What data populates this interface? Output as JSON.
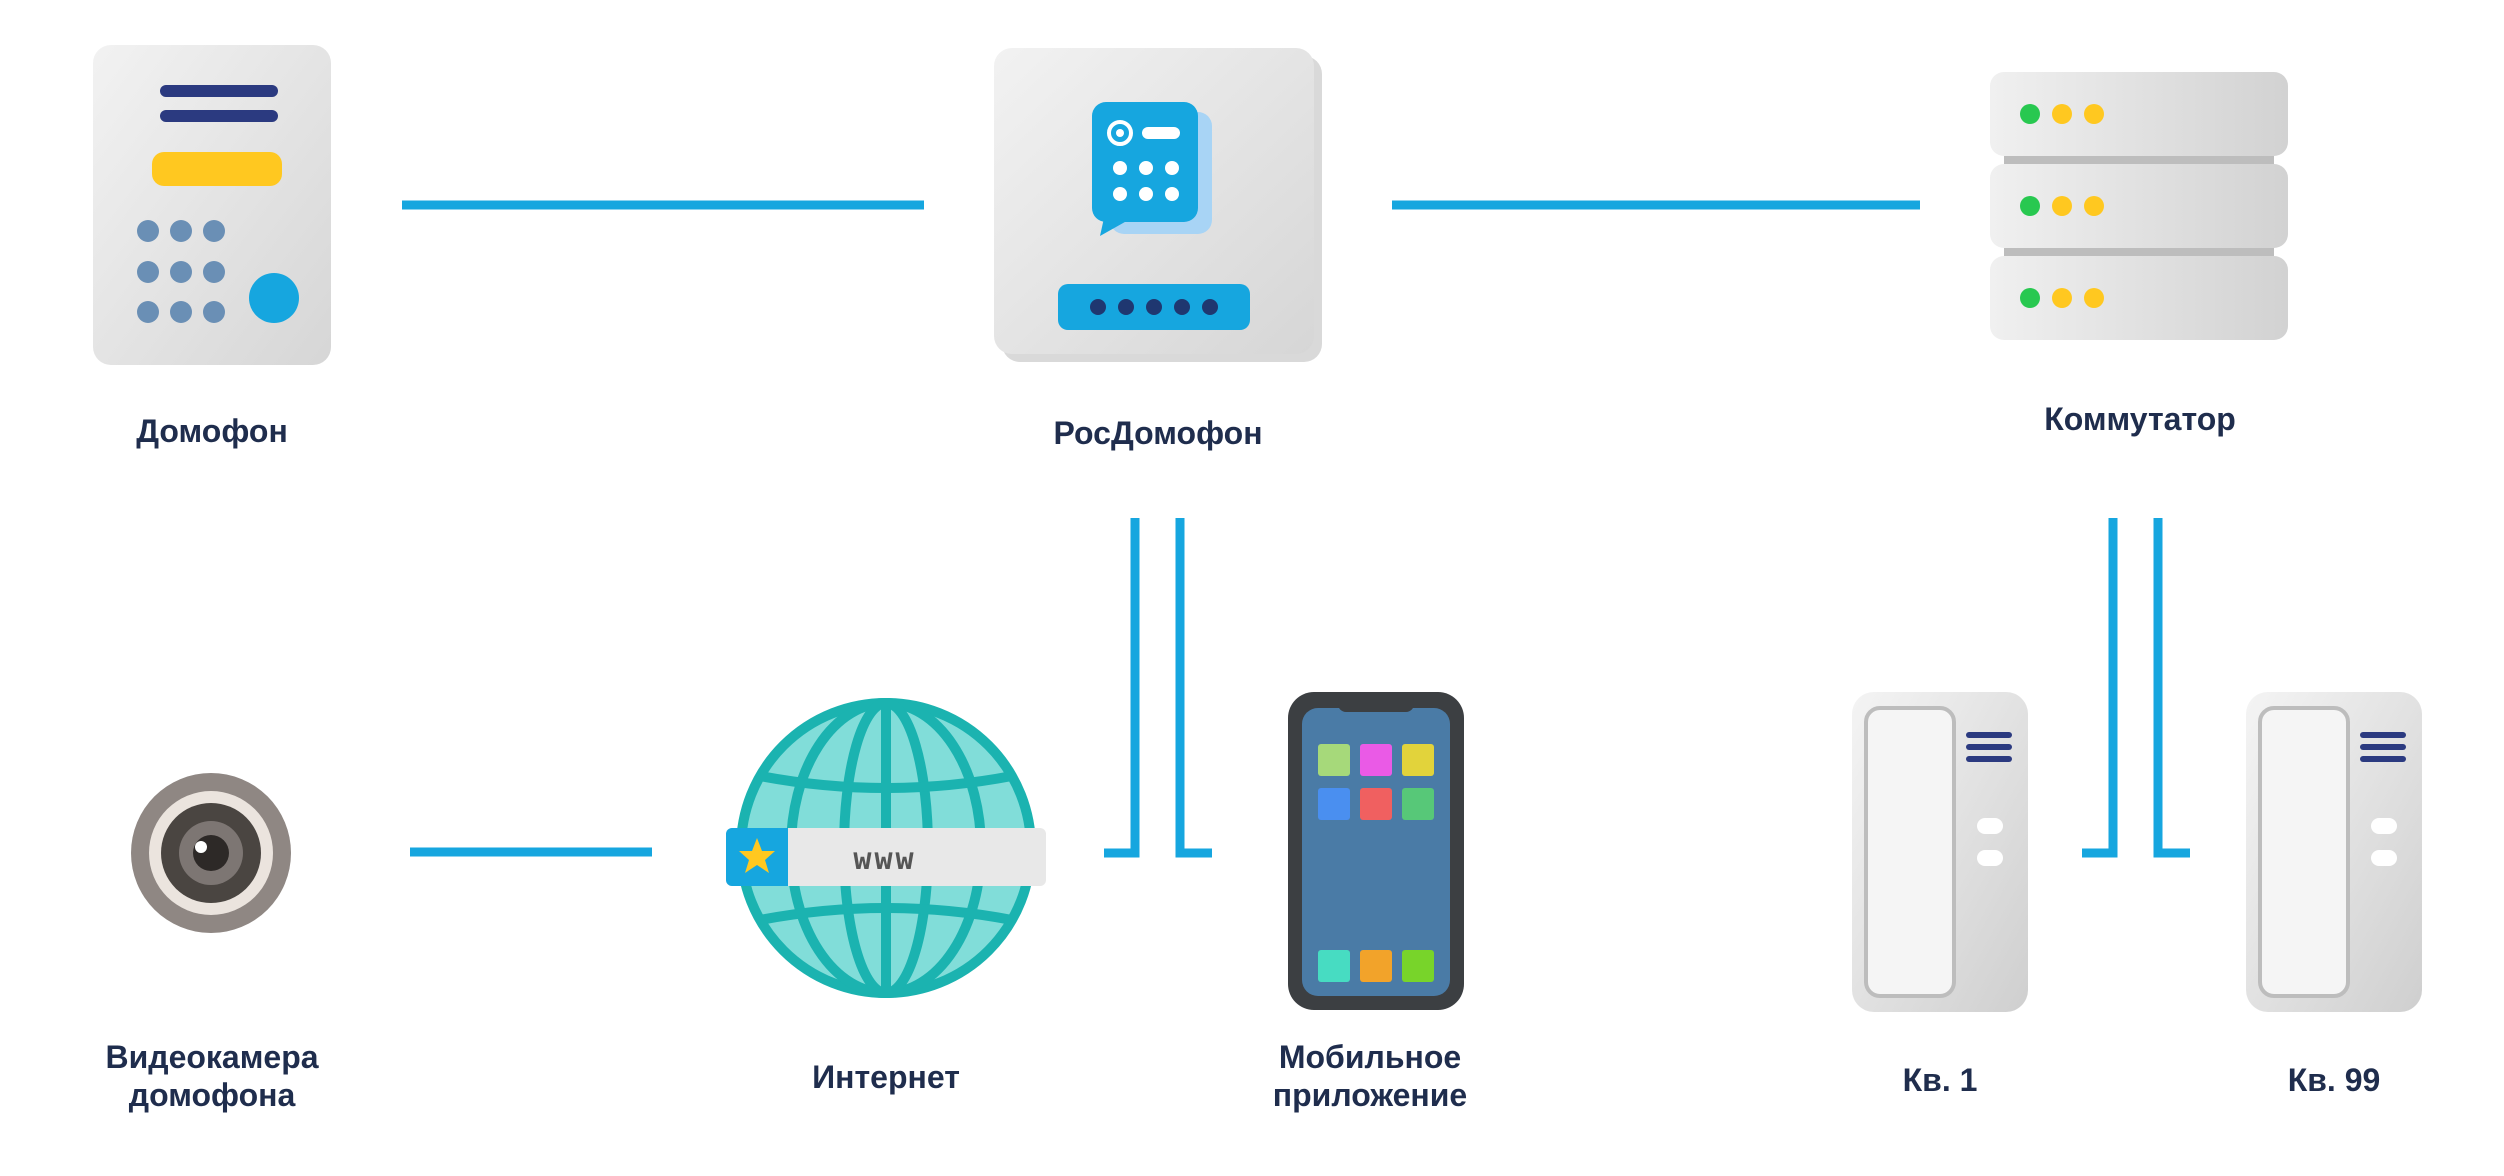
{
  "nodes": {
    "domofon": {
      "label": "Домофон"
    },
    "rosdomofon": {
      "label": "РосДомофон"
    },
    "switch": {
      "label": "Коммутатор"
    },
    "camera": {
      "label": "Видеокамера\nдомофона"
    },
    "internet": {
      "label": "Интернет",
      "badge_text": "www"
    },
    "mobile_app": {
      "label": "Мобильное\nприложение"
    },
    "apt1": {
      "label": "Кв. 1"
    },
    "apt99": {
      "label": "Кв. 99"
    }
  },
  "colors": {
    "connector": "#16a6df",
    "label_text": "#1f2d4d",
    "device_gray": "#e2e2e2",
    "accent_yellow": "#ffc820",
    "navy": "#2b3a80",
    "globe_teal": "#1bb3b0",
    "status_green": "#28c850"
  }
}
